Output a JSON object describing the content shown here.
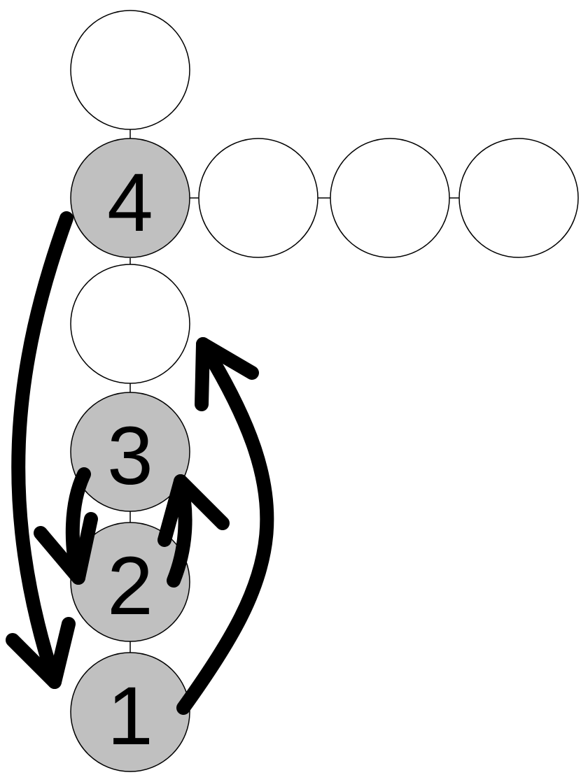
{
  "colors": {
    "filled_node": "#c0c0c0",
    "empty_node": "#ffffff",
    "stroke": "#000000"
  },
  "labels": {
    "node_1": "1",
    "node_2": "2",
    "node_3": "3",
    "node_4": "4"
  },
  "arrows": [
    {
      "from": "4",
      "to": "1"
    },
    {
      "from": "1",
      "to": "empty-below-4"
    },
    {
      "from": "3",
      "to": "2"
    },
    {
      "from": "2",
      "to": "3"
    }
  ]
}
